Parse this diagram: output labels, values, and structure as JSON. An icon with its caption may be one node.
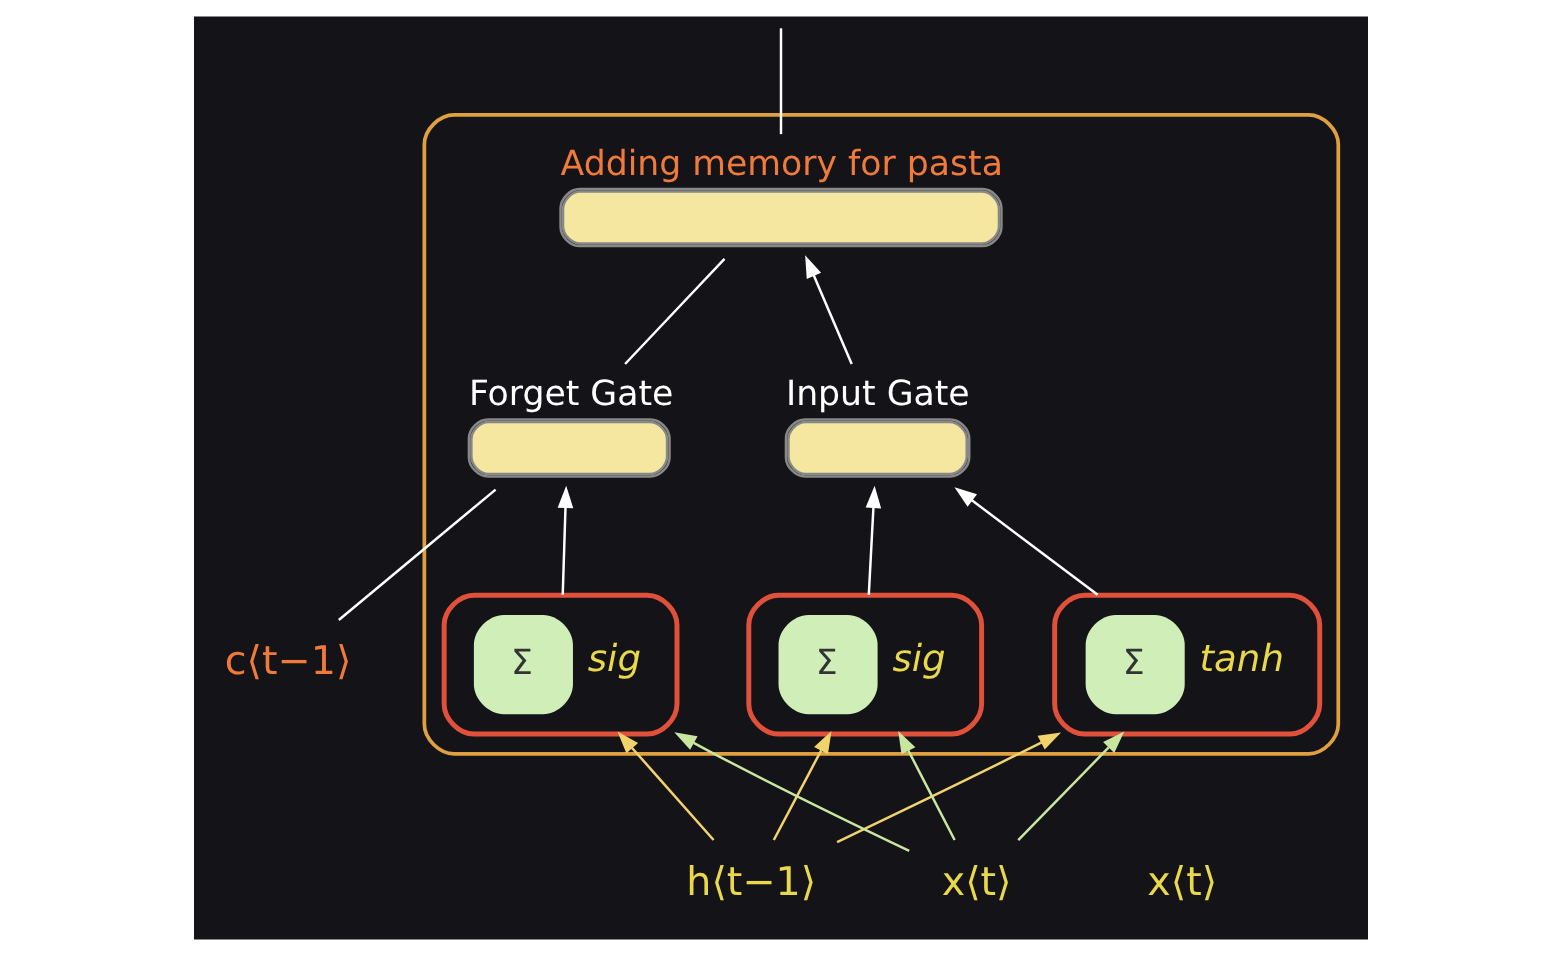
{
  "diagram": {
    "nodes": [
      {
        "text": [],
        "shape": "box"
      },
      {
        "text": [
          "c⟨t−1⟩"
        ]
      },
      {
        "text": [
          "Forget Gate"
        ],
        "in": 0
      },
      {
        "text": [
          "Input Gate"
        ],
        "in": 0
      },
      {
        "text": [
          "Adding memory for pasta"
        ],
        "in": 0
      },
      {
        "text": [
          "Σ",
          "sig"
        ],
        "in": 0
      },
      {
        "text": [
          "Σ",
          "sig"
        ],
        "in": 0
      },
      {
        "text": [
          "Σ",
          "tanh"
        ],
        "in": 0
      },
      {
        "text": [
          "h⟨t−1⟩"
        ]
      },
      {
        "text": [
          "x⟨t⟩"
        ]
      }
    ],
    "edges": [
      {
        "from": 1,
        "to": 2,
        "arrow": "none"
      },
      {
        "from": 2,
        "to": 4,
        "arrow": "none"
      },
      {
        "from": 4,
        "to": null,
        "arrow": "none"
      },
      {
        "from": 5,
        "to": 2,
        "arrow": "to"
      },
      {
        "from": 6,
        "to": 3,
        "arrow": "to"
      },
      {
        "from": 7,
        "to": 3,
        "arrow": "to"
      },
      {
        "from": 3,
        "to": 4,
        "arrow": "to"
      },
      {
        "from": 8,
        "to": 5,
        "arrow": "to",
        "color": "#f2d36b"
      },
      {
        "from": 8,
        "to": 6,
        "arrow": "to",
        "color": "#f2d36b"
      },
      {
        "from": 8,
        "to": 7,
        "arrow": "to",
        "color": "#f2d36b"
      },
      {
        "from": 9,
        "to": 5,
        "arrow": "to",
        "color": "#c8e6a0"
      },
      {
        "from": 9,
        "to": 6,
        "arrow": "to",
        "color": "#c8e6a0"
      },
      {
        "from": 9,
        "to": 7,
        "arrow": "to",
        "color": "#c8e6a0"
      }
    ],
    "labels": [
      "x⟨t⟩"
    ]
  }
}
